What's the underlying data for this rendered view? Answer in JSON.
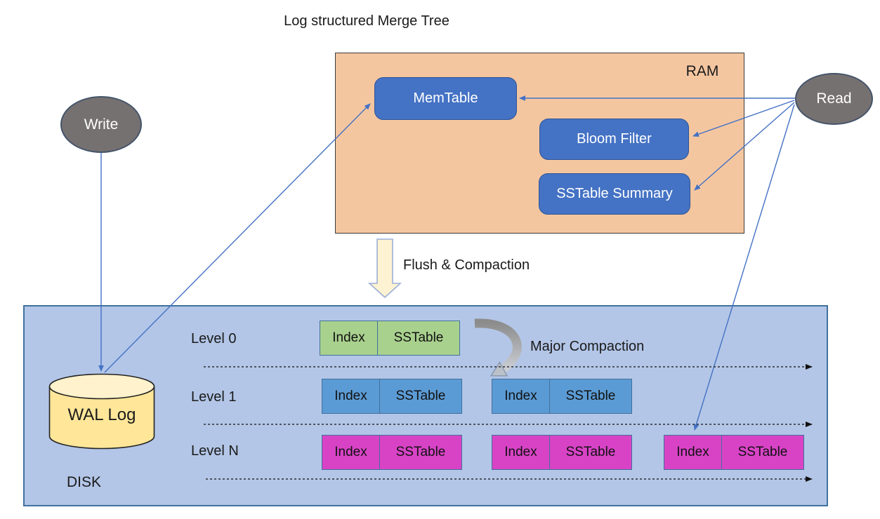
{
  "title": "Log structured Merge Tree",
  "actors": {
    "write": "Write",
    "read": "Read"
  },
  "ram": {
    "label": "RAM",
    "memtable": "MemTable",
    "bloom_filter": "Bloom Filter",
    "sstable_summary": "SSTable Summary"
  },
  "flush_label": "Flush & Compaction",
  "disk": {
    "label": "DISK",
    "wal_log": "WAL Log",
    "major_compaction": "Major Compaction",
    "levels": [
      {
        "label": "Level 0",
        "color": "#a9d18e",
        "tables": [
          {
            "index": "Index",
            "sstable": "SSTable"
          }
        ]
      },
      {
        "label": "Level 1",
        "color": "#5b9bd5",
        "tables": [
          {
            "index": "Index",
            "sstable": "SSTable"
          },
          {
            "index": "Index",
            "sstable": "SSTable"
          }
        ]
      },
      {
        "label": "Level N",
        "color": "#d843c6",
        "tables": [
          {
            "index": "Index",
            "sstable": "SSTable"
          },
          {
            "index": "Index",
            "sstable": "SSTable"
          },
          {
            "index": "Index",
            "sstable": "SSTable"
          }
        ]
      }
    ]
  },
  "colors": {
    "ram_fill": "#f4c6a0",
    "disk_fill": "#b3c6e7",
    "node_blue": "#4472c4",
    "level0_green": "#a9d18e",
    "level1_blue": "#5b9bd5",
    "levelN_magenta": "#d843c6",
    "wal_body": "#ffe699",
    "wal_top": "#fff2cc",
    "actor_gray": "#767171",
    "connector_blue": "#4472c4",
    "flush_arrow_fill": "#fdf2d2",
    "compaction_arrow_gray": "#a6a6a6"
  }
}
